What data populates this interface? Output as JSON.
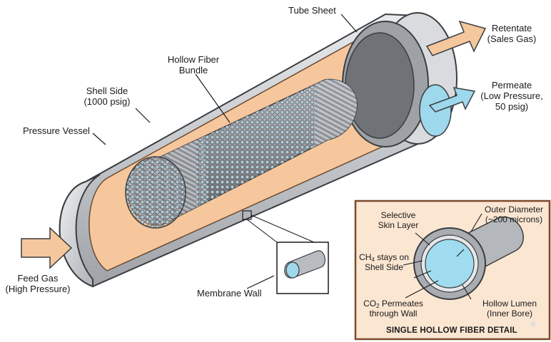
{
  "labels": {
    "tube_sheet": "Tube Sheet",
    "retentate_1": "Retentate",
    "retentate_2": "(Sales Gas)",
    "permeate_1": "Permeate",
    "permeate_2": "(Low Pressure,",
    "permeate_3": "50 psig)",
    "hollow_fiber_1": "Hollow Fiber",
    "hollow_fiber_2": "Bundle",
    "shell_side_1": "Shell Side",
    "shell_side_2": "(1000 psig)",
    "pressure_vessel": "Pressure Vessel",
    "feed_gas_1": "Feed Gas",
    "feed_gas_2": "(High Pressure)",
    "membrane_wall": "Membrane Wall"
  },
  "detail": {
    "selective_1": "Selective",
    "selective_2": "Skin Layer",
    "outer_1": "Outer Diameter",
    "outer_2": "(~200 microns)",
    "ch4_pre": "CH",
    "ch4_sub": "4",
    "ch4_post": " stays on",
    "ch4_2": "Shell Side",
    "co2_pre": "CO",
    "co2_sub": "2",
    "co2_post": " Permeates",
    "co2_2": "through Wall",
    "lumen_1": "Hollow Lumen",
    "lumen_2": "(Inner Bore)",
    "title": "SINGLE HOLLOW FIBER DETAIL"
  },
  "colors": {
    "shell_interior": "#f6c79d",
    "steel": "#c9ccd0",
    "fiber_blue": "#9fdcef",
    "arrow_orange": "#f5c79d",
    "arrow_blue": "#9ed8ec",
    "detail_bg": "#fbe6d2",
    "detail_border": "#7a4a2a"
  },
  "icons": {
    "watermark": "sparkle-icon"
  }
}
